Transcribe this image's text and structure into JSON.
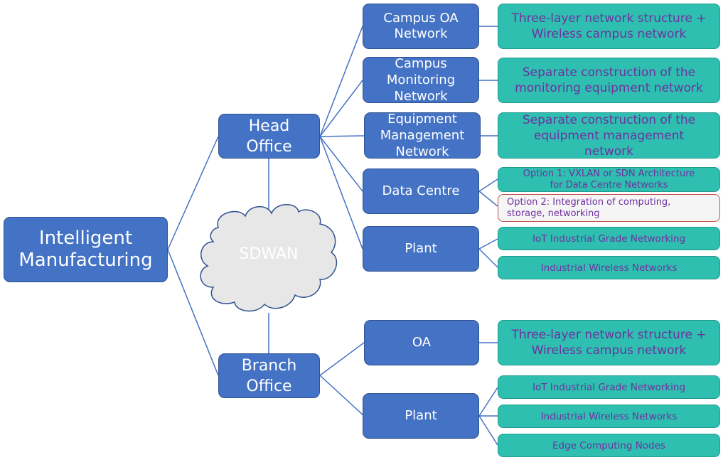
{
  "diagram": {
    "root": {
      "label": "Intelligent\nManufacturing"
    },
    "cloud": {
      "label": "SDWAN"
    },
    "head_office": {
      "label": "Head\nOffice",
      "children": [
        {
          "label": "Campus OA\nNetwork",
          "details": [
            "Three-layer network structure +\nWireless campus network"
          ]
        },
        {
          "label": "Campus\nMonitoring\nNetwork",
          "details": [
            "Separate construction of the\nmonitoring equipment network"
          ]
        },
        {
          "label": "Equipment\nManagement\nNetwork",
          "details": [
            "Separate construction of the\nequipment management\nnetwork"
          ]
        },
        {
          "label": "Data Centre",
          "details": [
            "Option 1: VXLAN or SDN Architecture\nfor Data Centre Networks",
            "Option 2: Integration of computing,\nstorage, networking"
          ]
        },
        {
          "label": "Plant",
          "details": [
            "IoT Industrial Grade Networking",
            "Industrial Wireless Networks"
          ]
        }
      ]
    },
    "branch_office": {
      "label": "Branch\nOffice",
      "children": [
        {
          "label": "OA",
          "details": [
            "Three-layer network structure +\nWireless campus network"
          ]
        },
        {
          "label": "Plant",
          "details": [
            "IoT Industrial Grade Networking",
            "Industrial Wireless Networks",
            "Edge Computing Nodes"
          ]
        }
      ]
    }
  },
  "colors": {
    "node_blue": "#4472c4",
    "node_blue_border": "#2f528f",
    "detail_teal": "#2ebfb0",
    "detail_text_purple": "#7030a0",
    "option2_border_red": "#c0504d",
    "connector": "#4472c4",
    "cloud_fill": "#e7e7e7",
    "cloud_stroke": "#2f528f"
  }
}
